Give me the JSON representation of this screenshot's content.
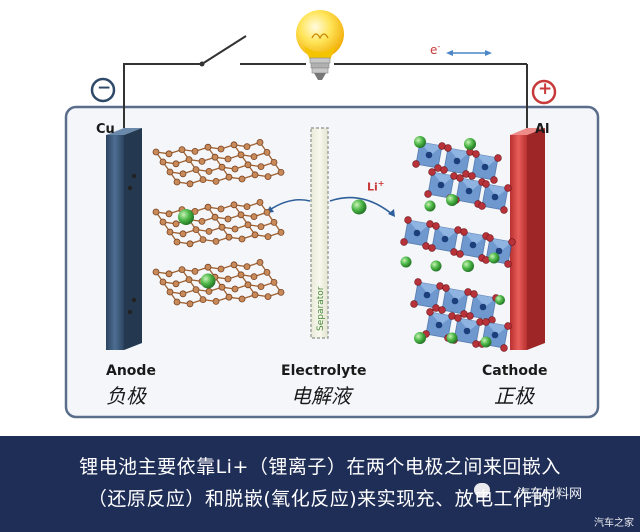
{
  "labels": {
    "cu": "Cu",
    "al": "Al",
    "minus": "−",
    "plus": "+",
    "electron": "e",
    "electron_sup": "-",
    "li_ion": "Li",
    "li_ion_sup": "+",
    "separator": "Separator",
    "anode_en": "Anode",
    "anode_cn": "负极",
    "electrolyte_en": "Electrolyte",
    "electrolyte_cn": "电解液",
    "cathode_en": "Cathode",
    "cathode_cn": "正极"
  },
  "caption": {
    "line1": "锂电池主要依靠Li+（锂离子）在两个电极之间来回嵌入",
    "line2": "（还原反应）和脱嵌(氧化反应)来实现充、放电工作的"
  },
  "watermark": {
    "brand": "汽车材料网",
    "site": "汽车之家"
  },
  "colors": {
    "anode_plate": "#3d5a7a",
    "cathode_plate": "#d84a4a",
    "carbon": "#a0612f",
    "lithium": "#4db848",
    "octahedron": "#4a7ec4",
    "oxygen": "#b8323a",
    "caption_bg": "#1f2e57"
  }
}
